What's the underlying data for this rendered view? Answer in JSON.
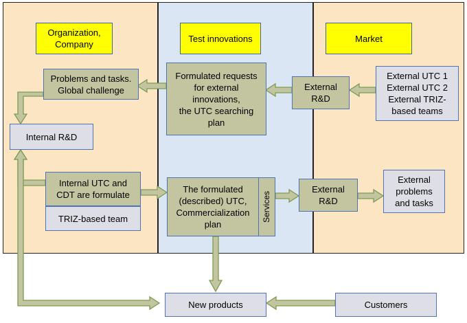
{
  "columns": {
    "left_header": "Organization,\nCompany",
    "mid_header": "Test innovations",
    "right_header": "Market"
  },
  "boxes": {
    "problems_tasks": "Problems and tasks.\nGlobal challenge",
    "internal_rd": "Internal R&D",
    "internal_utc": "Internal UTC and\nCDT are formulate",
    "triz_team": "TRIZ-based team",
    "formulated_requests": "Formulated requests\nfor external\ninnovations,\nthe UTC searching\nplan",
    "formulated_utc": "The formulated\n(described) UTC,\nCommercialization\nplan",
    "services": "Services",
    "external_rd_top": "External\nR&D",
    "external_utc": "External UTC 1\nExternal UTC 2\nExternal TRIZ-\nbased teams",
    "external_rd_bottom": "External\nR&D",
    "external_problems": "External\nproblems\nand tasks",
    "new_products": "New products",
    "customers": "Customers"
  },
  "colors": {
    "column_orange": "#fbe5c2",
    "column_blue": "#dbe6f4",
    "header_yellow": "#ffff00",
    "box_olive": "#c3c4a0",
    "box_grey": "#dedfe6",
    "border_blue": "#4f72b5",
    "arrow_fill": "#c3c4a0",
    "arrow_stroke": "#7d9c52"
  }
}
